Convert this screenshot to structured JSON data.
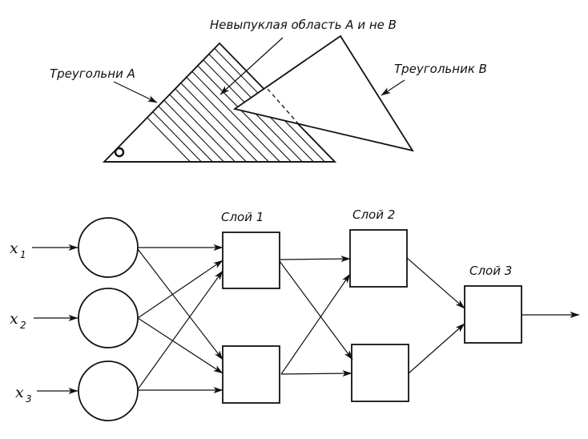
{
  "top_figure": {
    "label_triangle_a": "Треугольни А",
    "label_nonconvex": "Невыпуклая область А и не В",
    "label_triangle_b": "Треугольник В"
  },
  "network": {
    "inputs": [
      {
        "var": "x",
        "sub": "1"
      },
      {
        "var": "x",
        "sub": "2"
      },
      {
        "var": "x",
        "sub": "3"
      }
    ],
    "layers": [
      {
        "label": "Слой 1"
      },
      {
        "label": "Слой 2"
      },
      {
        "label": "Слой 3"
      }
    ]
  }
}
